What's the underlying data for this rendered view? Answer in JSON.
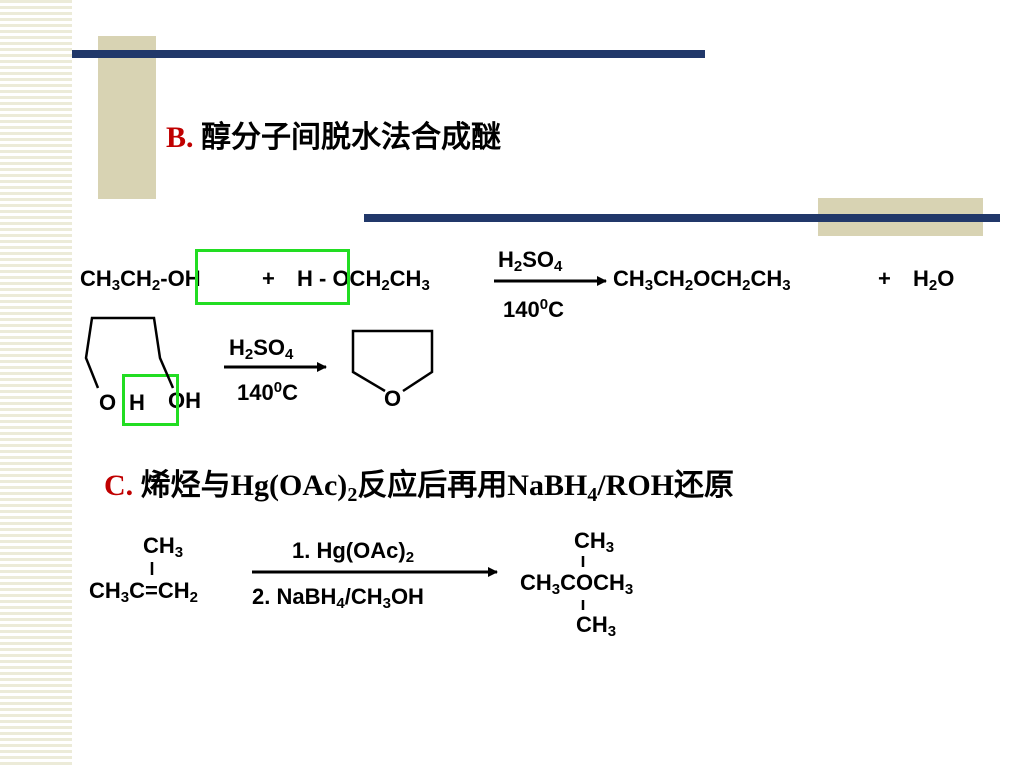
{
  "section_b": {
    "letter": "B.",
    "title": "醇分子间脱水法合成醚"
  },
  "reaction_1": {
    "reactant_a": {
      "p1": "CH",
      "s1": "3",
      "p2": "CH",
      "s2": "2",
      "p3": "-OH"
    },
    "plus_1": "+",
    "reactant_b": {
      "p1": "H - OCH",
      "s1": "2",
      "p2": "CH",
      "s2": "3"
    },
    "reagent": {
      "p1": "H",
      "s1": "2",
      "p2": "SO",
      "s2": "4"
    },
    "condition": {
      "p1": "140",
      "sup": "0",
      "p2": "C"
    },
    "product": {
      "p1": "CH",
      "s1": "3",
      "p2": "CH",
      "s2": "2",
      "p3": "OCH",
      "s3": "2",
      "p4": "CH",
      "s4": "3"
    },
    "plus_2": "+",
    "water": {
      "p1": "H",
      "s1": "2",
      "p2": "O"
    }
  },
  "reaction_2": {
    "diol_left": "O",
    "diol_h": "H",
    "diol_right": "OH",
    "reagent": {
      "p1": "H",
      "s1": "2",
      "p2": "SO",
      "s2": "4"
    },
    "condition": {
      "p1": "140",
      "sup": "0",
      "p2": "C"
    },
    "product_atom": "O"
  },
  "section_c": {
    "letter": "C.",
    "title_1": "烯烃与Hg(OAc)",
    "title_sub_1": "2",
    "title_2": "反应后再用NaBH",
    "title_sub_2": "4",
    "title_3": "/ROH还原"
  },
  "reaction_3": {
    "reactant_top": {
      "p1": "CH",
      "s1": "3"
    },
    "reactant_main": {
      "p1": "CH",
      "s1": "3",
      "p2": "C=CH",
      "s2": "2"
    },
    "step_1": {
      "p1": "1. Hg(OAc)",
      "s1": "2"
    },
    "step_2": {
      "p1": "2. NaBH",
      "s1": "4",
      "p2": "/CH",
      "s2": "3",
      "p3": "OH"
    },
    "product_top": {
      "p1": "CH",
      "s1": "3"
    },
    "product_main": {
      "p1": "CH",
      "s1": "3",
      "p2": "COCH",
      "s2": "3"
    },
    "product_bottom": {
      "p1": "CH",
      "s1": "3"
    }
  },
  "colors": {
    "accent_red": "#c00000",
    "highlight_green": "#22dd22",
    "bar_navy": "#21386a",
    "block_tan": "#d8d3b3"
  }
}
